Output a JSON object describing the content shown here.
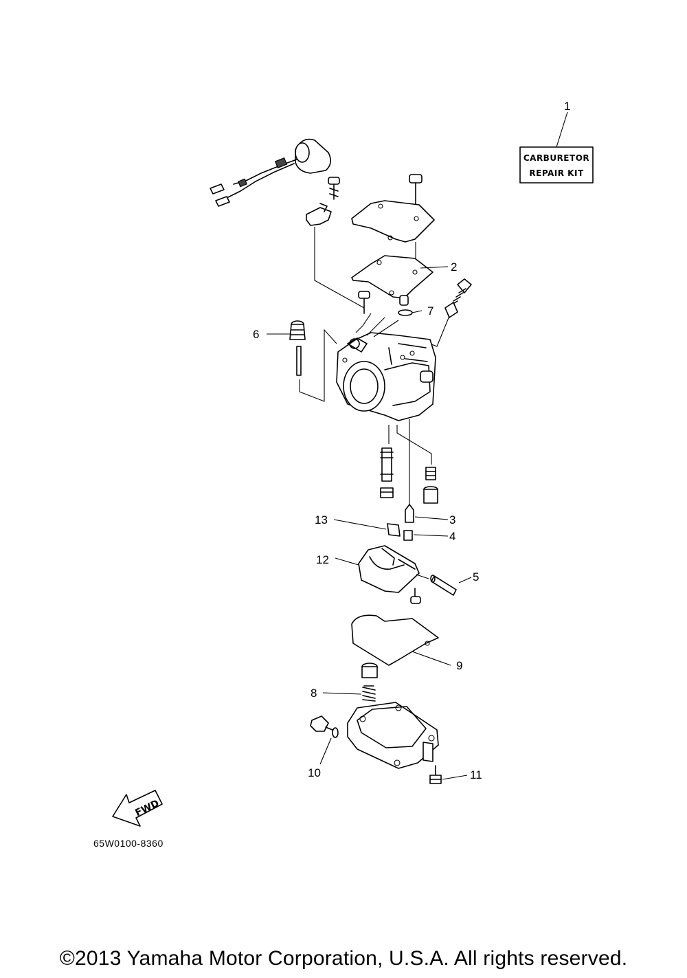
{
  "kit_box": {
    "line1": "CARBURETOR",
    "line2": "REPAIR KIT"
  },
  "callouts": {
    "c1": "1",
    "c2": "2",
    "c3": "3",
    "c4": "4",
    "c5": "5",
    "c6": "6",
    "c7": "7",
    "c8": "8",
    "c9": "9",
    "c10": "10",
    "c11": "11",
    "c12": "12",
    "c13": "13"
  },
  "fwd_label": "FWD",
  "part_number": "65W0100-8360",
  "copyright": "©2013 Yamaha Motor Corporation, U.S.A. All rights reserved."
}
